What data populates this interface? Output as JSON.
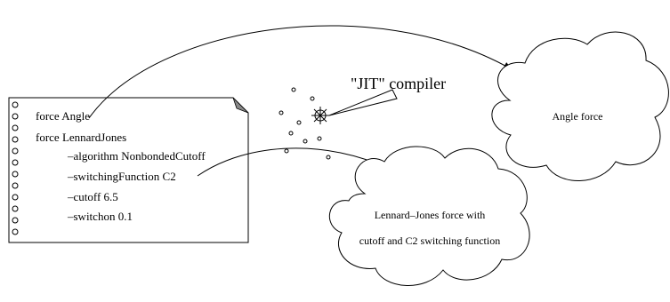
{
  "note_lines": [
    "force Angle",
    "force LennardJones",
    "–algorithm NonbondedCutoff",
    "–switchingFunction C2",
    "–cutoff 6.5",
    "–switchon 0.1"
  ],
  "compiler_label": "\"JIT\" compiler",
  "angle_cloud_label": "Angle force",
  "lj_cloud_lines": [
    "Lennard–Jones force with",
    "cutoff and C2 switching function"
  ]
}
